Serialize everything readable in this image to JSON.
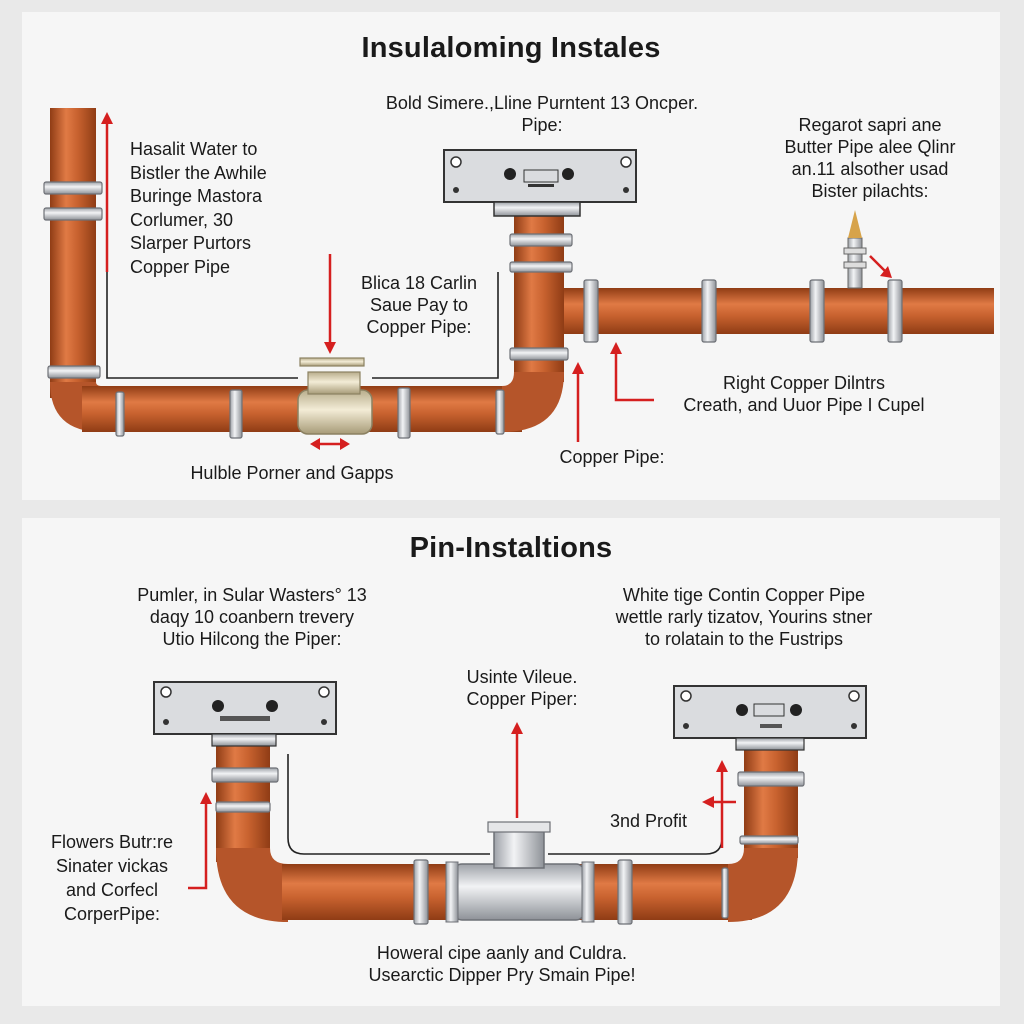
{
  "top": {
    "title": "Insulaloming Instales",
    "labels": {
      "top_center": "Bold Simere.,Lline Purntent 13 Oncper.\nPipe:",
      "top_right": "Regarot sapri ane\nButter Pipe alee Qlinr\nan.11 alsother usad\nBister pilachts:",
      "left_block": "Hasalit Water to\nBistler the Awhile\nBuringe Mastora\nCorlumer, 30\nSlarper Purtors\nCopper Pipe",
      "middle": "Blica 18 Carlin\nSaue Pay to\nCopper Pipe:",
      "right_mid": "Right Copper Dilntrs\nCreath, and Uuor Pipe I Cupel",
      "bottom_left": "Hulble Porner and Gapps",
      "bottom_mid": "Copper Pipe:"
    }
  },
  "bottom": {
    "title": "Pin-Instaltions",
    "labels": {
      "top_left": "Pumler, in Sular Wasters° 13\ndaqy 10 coanbern trevery\nUtio Hilcong the Piper:",
      "top_right": "White tige Contin Copper Pipe\nwettle rarly tizatov, Yourins stner\nto rolatain to the Fustrips",
      "center": "Usinte Vileue.\nCopper Piper:",
      "left": "Flowers Butr:re\nSinater vickas\nand Corfecl\nCorperPipe:",
      "right": "3nd Profit",
      "bottom": "Howeral cipe aanly and Culdra.\nUsearctic Dipper Pry Smain Pipe!"
    }
  },
  "colors": {
    "copper": "#c8622f",
    "copper_dark": "#8f3c15",
    "steel": "#c9ccd0",
    "arrow_red": "#d51f1f"
  }
}
